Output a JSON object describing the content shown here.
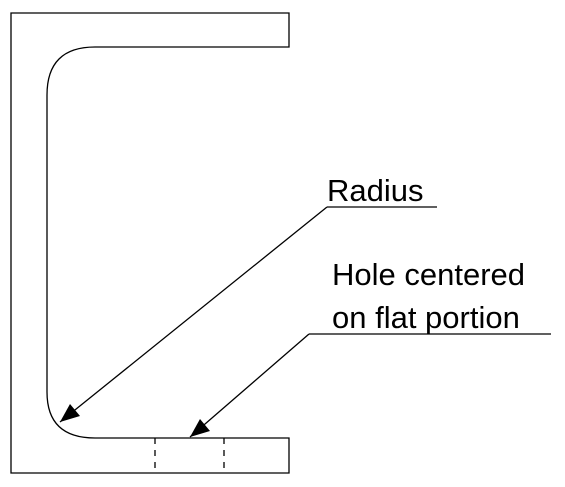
{
  "callouts": {
    "radius": {
      "lines": [
        "Radius"
      ]
    },
    "hole": {
      "lines": [
        "Hole centered",
        "on flat portion"
      ]
    }
  },
  "colors": {
    "line": "#000000",
    "background": "#ffffff"
  }
}
